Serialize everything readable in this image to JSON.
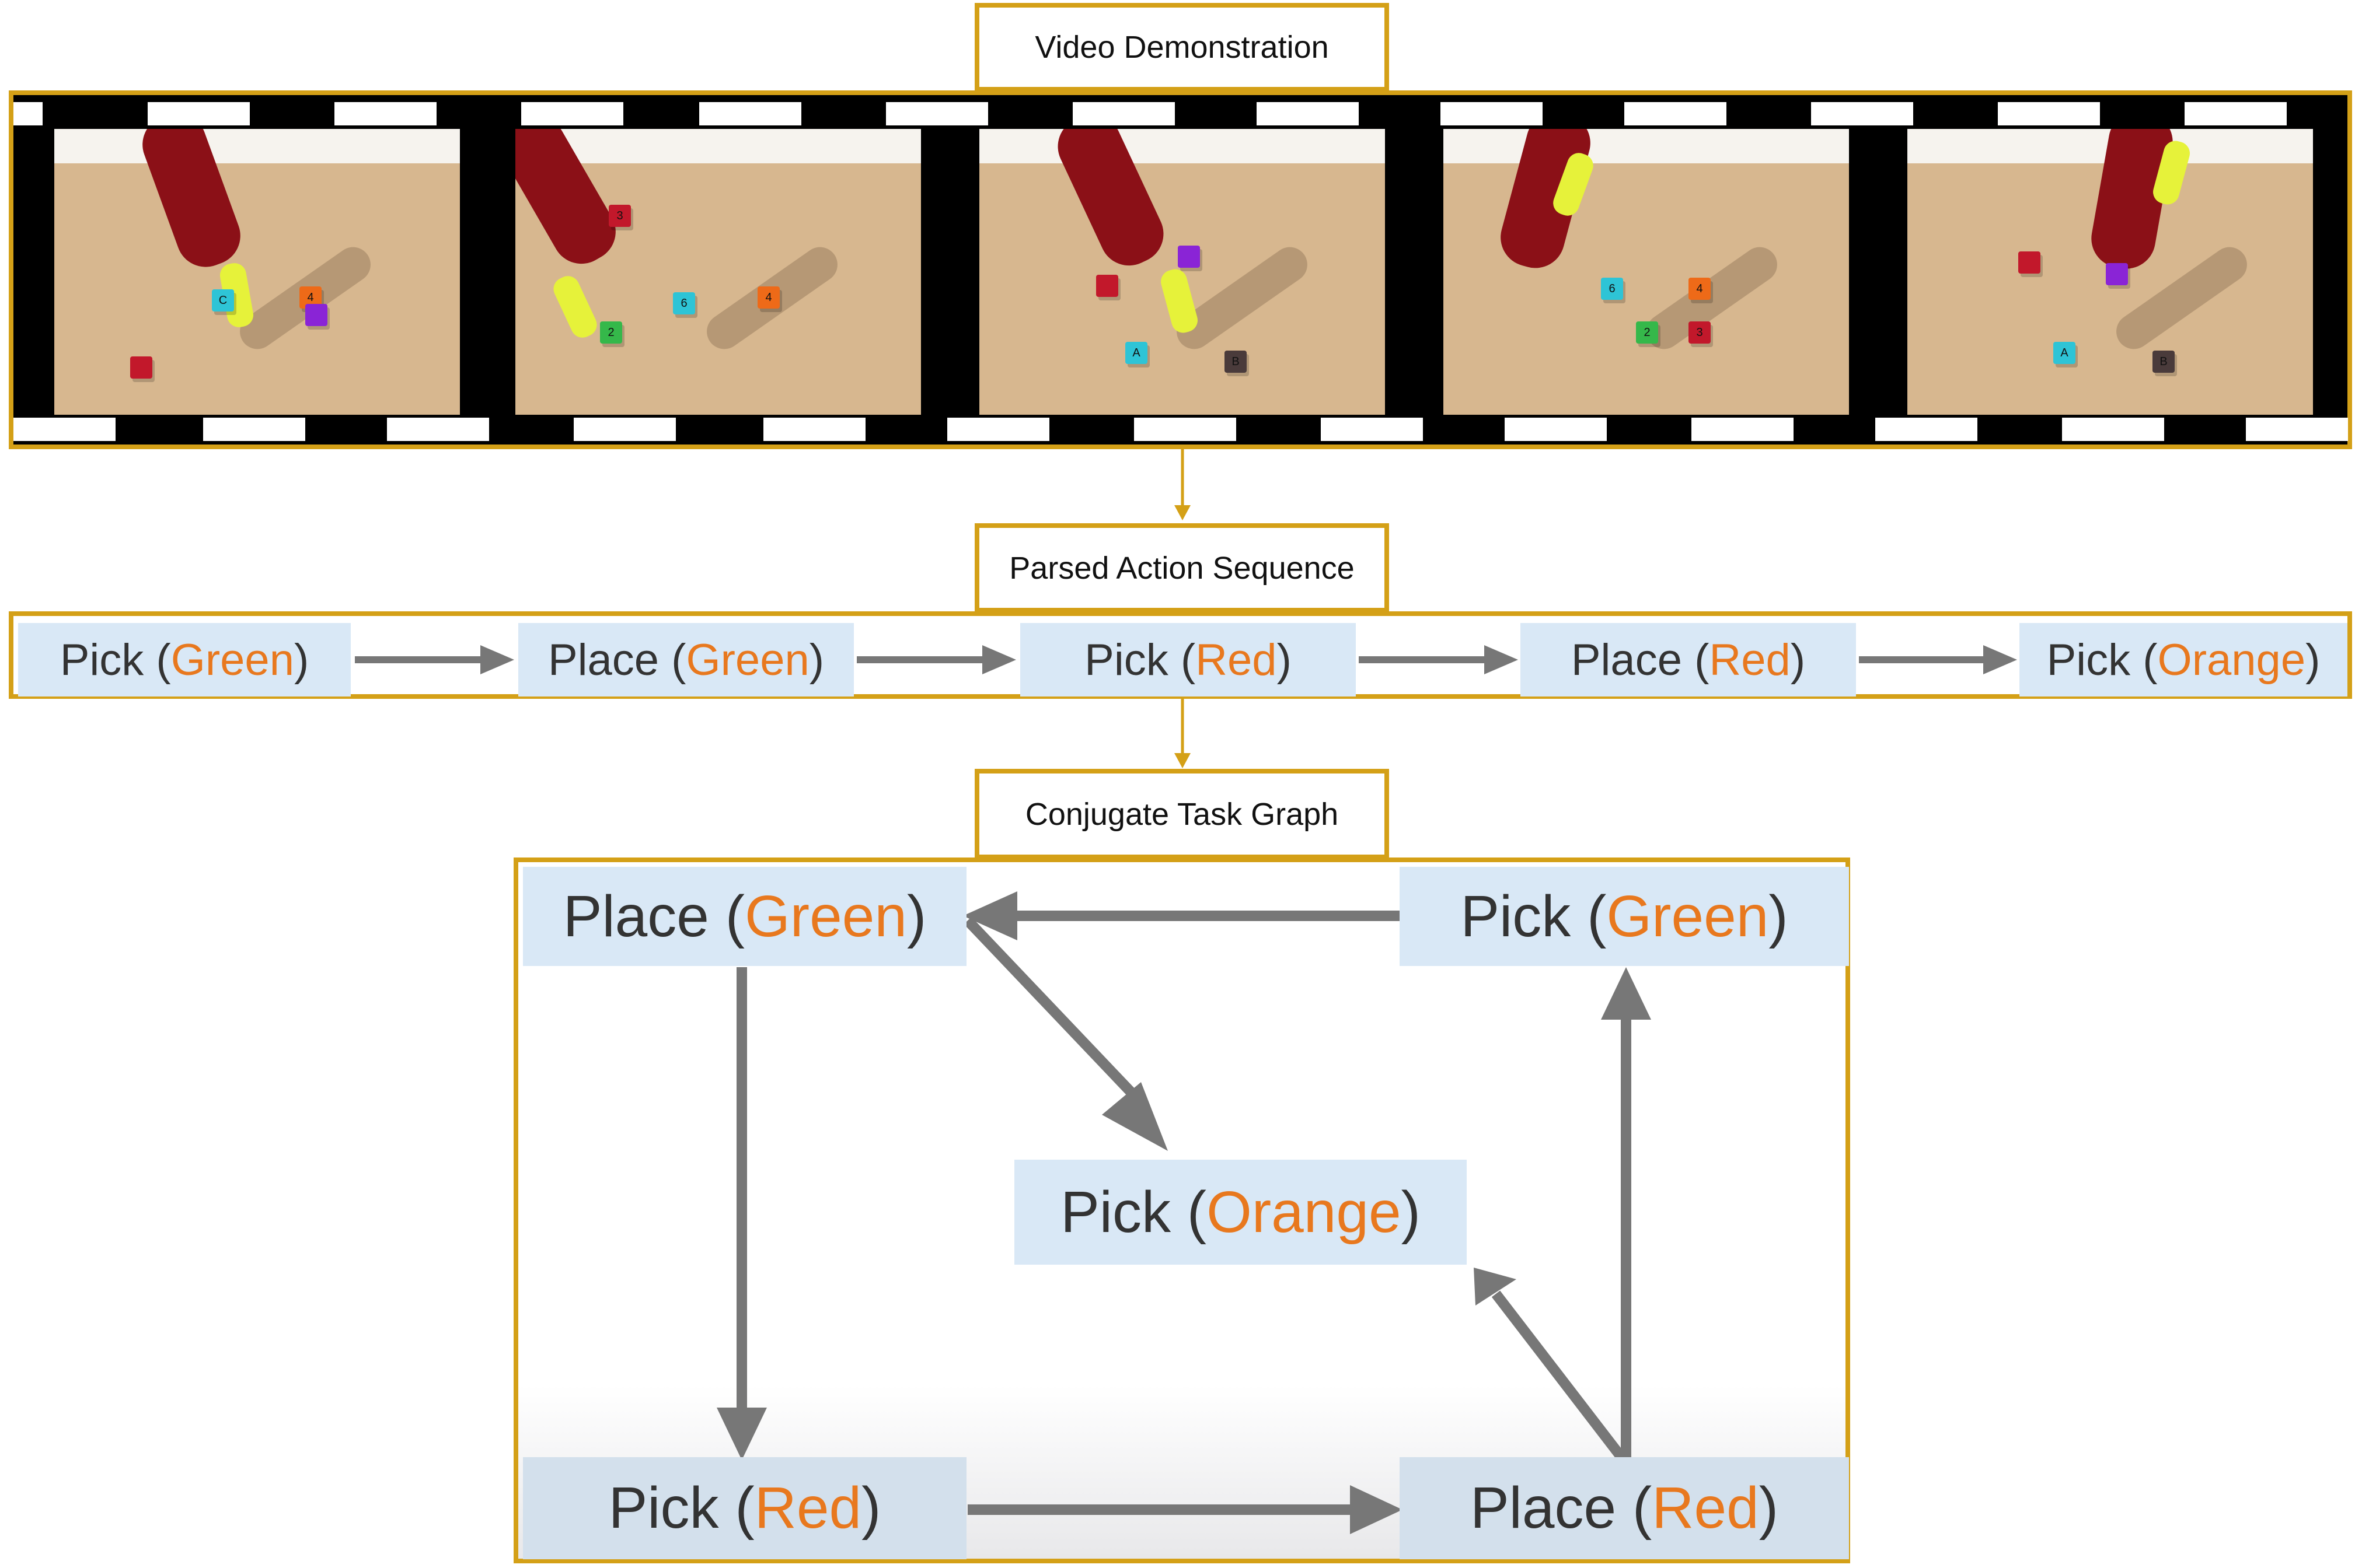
{
  "sections": {
    "video_title": "Video Demonstration",
    "sequence_title": "Parsed Action Sequence",
    "graph_title": "Conjugate Task Graph"
  },
  "colors": {
    "border": "#d4a017",
    "node_fill": "#d9e8f6",
    "arrow": "#777777",
    "object_text": "#e8781e"
  },
  "video": {
    "frames": [
      {
        "cubes": [
          {
            "label": "",
            "color": "#c2182b"
          },
          {
            "label": "4",
            "color": "#ee6a18"
          },
          {
            "label": "C",
            "color": "#2ec4d6"
          },
          {
            "label": "",
            "color": "#8a24d6"
          }
        ]
      },
      {
        "cubes": [
          {
            "label": "3",
            "color": "#c2182b"
          },
          {
            "label": "6",
            "color": "#2ec4d6"
          },
          {
            "label": "4",
            "color": "#ee6a18"
          },
          {
            "label": "2",
            "color": "#35b84a"
          }
        ]
      },
      {
        "cubes": [
          {
            "label": "",
            "color": "#c2182b"
          },
          {
            "label": "",
            "color": "#8a24d6"
          },
          {
            "label": "A",
            "color": "#2ec4d6"
          },
          {
            "label": "B",
            "color": "#4a3b3b"
          }
        ]
      },
      {
        "cubes": [
          {
            "label": "6",
            "color": "#2ec4d6"
          },
          {
            "label": "4",
            "color": "#ee6a18"
          },
          {
            "label": "2",
            "color": "#35b84a"
          },
          {
            "label": "3",
            "color": "#c2182b"
          }
        ]
      },
      {
        "cubes": [
          {
            "label": "",
            "color": "#c2182b"
          },
          {
            "label": "",
            "color": "#8a24d6"
          },
          {
            "label": "A",
            "color": "#2ec4d6"
          },
          {
            "label": "B",
            "color": "#4a3b3b"
          }
        ]
      }
    ]
  },
  "sequence": [
    {
      "action": "Pick",
      "object": "Green"
    },
    {
      "action": "Place",
      "object": "Green"
    },
    {
      "action": "Pick",
      "object": "Red"
    },
    {
      "action": "Place",
      "object": "Red"
    },
    {
      "action": "Pick",
      "object": "Orange"
    }
  ],
  "graph": {
    "nodes": {
      "place_green": {
        "action": "Place",
        "object": "Green"
      },
      "pick_green": {
        "action": "Pick",
        "object": "Green"
      },
      "pick_orange": {
        "action": "Pick",
        "object": "Orange"
      },
      "pick_red": {
        "action": "Pick",
        "object": "Red"
      },
      "place_red": {
        "action": "Place",
        "object": "Red"
      }
    },
    "edges": [
      {
        "from": "pick_green",
        "to": "place_green"
      },
      {
        "from": "place_green",
        "to": "pick_orange"
      },
      {
        "from": "place_green",
        "to": "pick_red"
      },
      {
        "from": "pick_red",
        "to": "place_red"
      },
      {
        "from": "place_red",
        "to": "pick_green"
      },
      {
        "from": "place_red",
        "to": "pick_orange"
      }
    ]
  }
}
